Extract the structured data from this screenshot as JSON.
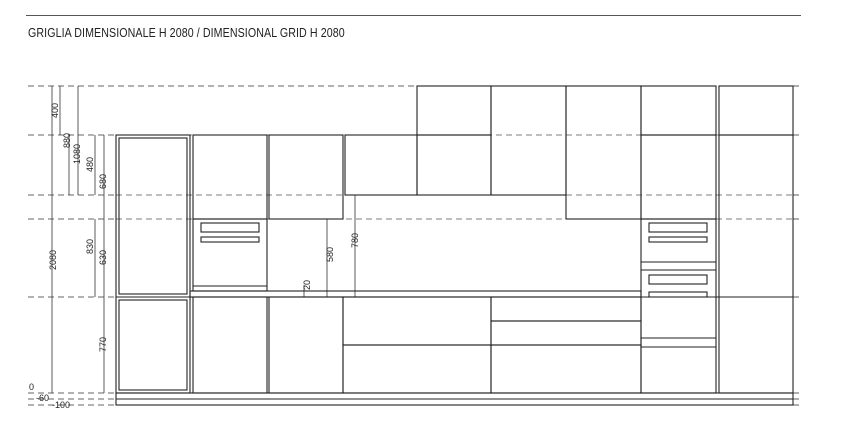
{
  "header": {
    "title": "GRIGLIA DIMENSIONALE H 2080 / DIMENSIONAL GRID H 2080"
  },
  "dimensions": {
    "d400": "400",
    "d880": "880",
    "d1080": "1080",
    "d480": "480",
    "d680": "680",
    "d2080": "2080",
    "d830": "830",
    "d630": "630",
    "d770": "770",
    "d580": "580",
    "d780": "780",
    "d20": "20",
    "d0": "0",
    "dm60": "-60",
    "dm100": "-100"
  }
}
